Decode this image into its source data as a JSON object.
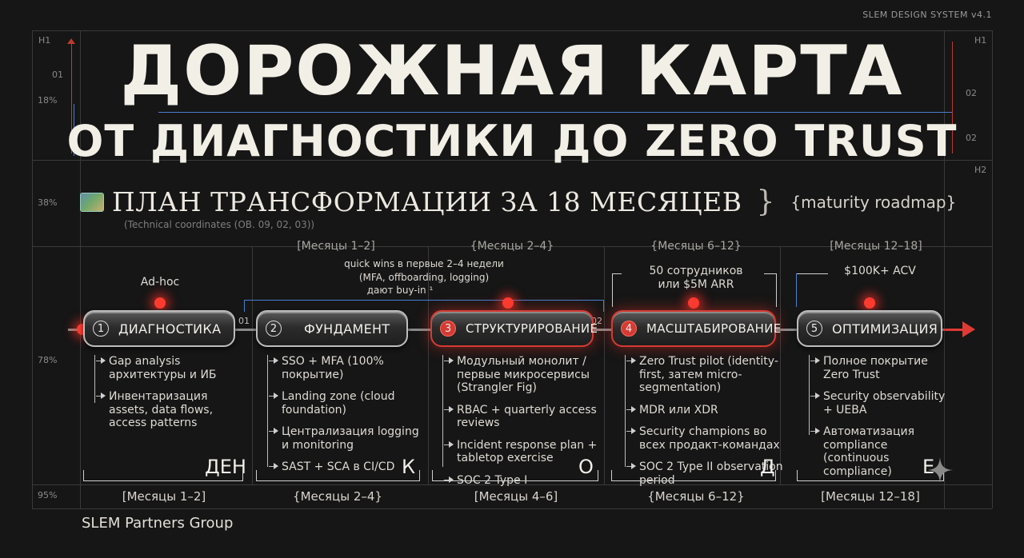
{
  "system_label": "SLEM DESIGN SYSTEM v4.1",
  "title_line1": "ДОРОЖНАЯ КАРТА",
  "title_line2": "ОТ ДИАГНОСТИКИ ДО ZERO TRUST",
  "subtitle": "ПЛАН ТРАНСФОРМАЦИИ ЗА 18 МЕСЯЦЕВ",
  "subtitle_brace": "}",
  "subtitle_tag": "{maturity roadmap}",
  "coords_note": "(Technical coordinates (OB. 09, 02, 03))",
  "guides": {
    "left": {
      "h1": "H1",
      "n01": "01",
      "p18": "18%",
      "p38": "38%",
      "p78": "78%",
      "p95": "95%"
    },
    "right": {
      "h1": "H1",
      "n02a": "02",
      "n02b": "02",
      "h2": "H2"
    }
  },
  "annotations": {
    "adhoc": "Ad-hoc",
    "quickwins_1": "quick wins в первые 2–4 недели",
    "quickwins_2": "(MFA, offboarding, logging)",
    "quickwins_3": "дают buy-in ¹",
    "employees_1": "50 сотрудников",
    "employees_2": "или $5M ARR",
    "acv": "$100K+ ACV",
    "mark_01": "01",
    "mark_02": "02"
  },
  "periods_top": [
    "[Месяцы 1–2]",
    "{Месяцы 2–4}",
    "{Месяцы 6–12}",
    "[Месяцы 12–18]"
  ],
  "periods_bottom": [
    "[Месяцы 1–2]",
    "{Месяцы 2–4}",
    "[Месяцы 4–6]",
    "{Месяцы 6–12}",
    "[Месяцы 12–18]"
  ],
  "stages": [
    {
      "num": "1",
      "label": "ДИАГНОСТИКА",
      "corner": "ДЕН",
      "items": [
        "Gap analysis архитектуры и ИБ",
        "Инвентаризация assets, data flows, access patterns"
      ]
    },
    {
      "num": "2",
      "label": "ФУНДАМЕНТ",
      "corner": "К",
      "items": [
        "SSO + MFA (100% покрытие)",
        "Landing zone (cloud foundation)",
        "Централизация logging и monitoring",
        "SAST + SCA в CI/CD"
      ]
    },
    {
      "num": "3",
      "label": "СТРУКТУРИРОВАНИЕ",
      "corner": "О",
      "items": [
        "Модульный монолит / первые микросервисы (Strangler Fig)",
        "RBAC + quarterly access reviews",
        "Incident response plan + tabletop exercise",
        "SOC 2 Type I"
      ]
    },
    {
      "num": "4",
      "label": "МАСШТАБИРОВАНИЕ",
      "corner": "Д",
      "items": [
        "Zero Trust pilot (identity-first, затем micro-segmentation)",
        "MDR или XDR",
        "Security champions во всех продакт-командах",
        "SOC 2 Type II observation period"
      ]
    },
    {
      "num": "5",
      "label": "ОПТИМИЗАЦИЯ",
      "corner": "Е",
      "items": [
        "Полное покрытие Zero Trust",
        "Security observability + UEBA",
        "Автоматизация compliance (continuous compliance)"
      ]
    }
  ],
  "footer": "SLEM Partners Group",
  "colors": {
    "accent": "#e03a35",
    "background": "#161616",
    "text": "#f2efe6"
  }
}
